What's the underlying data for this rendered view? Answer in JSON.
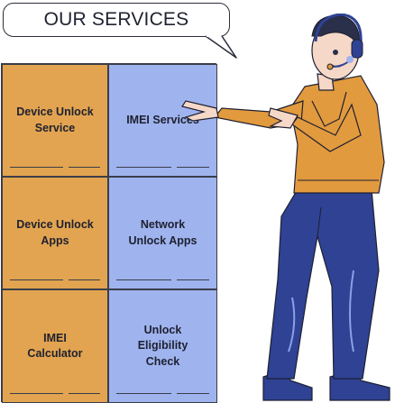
{
  "header": {
    "title": "OUR SERVICES"
  },
  "services": [
    {
      "label": "Device Unlock\nService",
      "color": "orange"
    },
    {
      "label": "IMEI Services",
      "color": "blue"
    },
    {
      "label": "Device Unlock\nApps",
      "color": "orange"
    },
    {
      "label": "Network\nUnlock Apps",
      "color": "blue"
    },
    {
      "label": "IMEI\nCalculator",
      "color": "orange"
    },
    {
      "label": "Unlock\nEligibility\nCheck",
      "color": "blue"
    }
  ],
  "colors": {
    "orange_tile": "#e2a450",
    "blue_tile": "#9fb3ee",
    "shirt": "#e29a3e",
    "pants": "#2f4294",
    "skin": "#f6d8c8"
  },
  "illustration": {
    "icon": "support-agent-presenting-illustration"
  }
}
